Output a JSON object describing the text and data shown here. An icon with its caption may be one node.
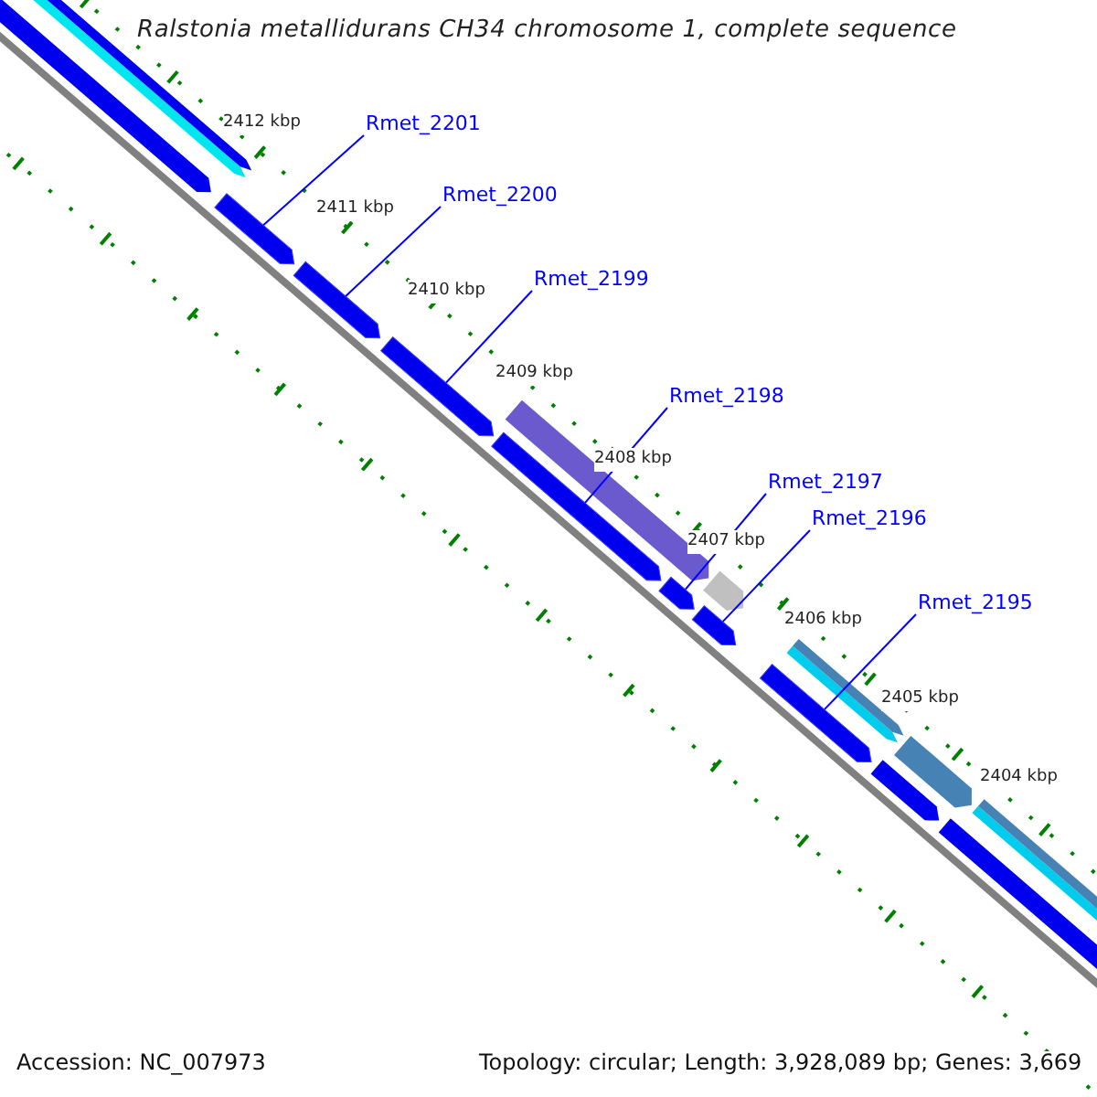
{
  "diagram": {
    "title": "Ralstonia metallidurans CH34 chromosome 1, complete sequence",
    "nodes": [
      {
        "text": [
          "Rmet_2201"
        ]
      },
      {
        "text": [
          "Rmet_2200"
        ]
      },
      {
        "text": [
          "Rmet_2199"
        ]
      },
      {
        "text": [
          "Rmet_2198"
        ]
      },
      {
        "text": [
          "Rmet_2197"
        ]
      },
      {
        "text": [
          "Rmet_2196"
        ]
      },
      {
        "text": [
          "Rmet_2195"
        ]
      },
      {
        "text": [],
        "shape": "bar"
      },
      {
        "text": [],
        "shape": "bar"
      },
      {
        "text": [],
        "shape": "bar"
      },
      {
        "text": [],
        "shape": "bar"
      },
      {
        "text": [],
        "shape": "bar"
      },
      {
        "text": [],
        "shape": "bar"
      },
      {
        "text": [],
        "shape": "bar"
      }
    ],
    "edges": [
      {
        "from": 0,
        "to": 7,
        "arrow": "none"
      },
      {
        "from": 1,
        "to": 8,
        "arrow": "none"
      },
      {
        "from": 2,
        "to": 9,
        "arrow": "none"
      },
      {
        "from": 3,
        "to": 10,
        "arrow": "none"
      },
      {
        "from": 4,
        "to": 11,
        "arrow": "none"
      },
      {
        "from": 5,
        "to": 12,
        "arrow": "none"
      },
      {
        "from": 6,
        "to": 13,
        "arrow": "none"
      }
    ],
    "labels": [
      "2412 kbp",
      "2411 kbp",
      "2410 kbp",
      "2409 kbp",
      "2408 kbp",
      "2407 kbp",
      "2406 kbp",
      "2405 kbp",
      "2404 kbp",
      "Accession: NC_007973",
      "Topology: circular; Length: 3,928,089 bp; Genes: 3,669"
    ]
  }
}
